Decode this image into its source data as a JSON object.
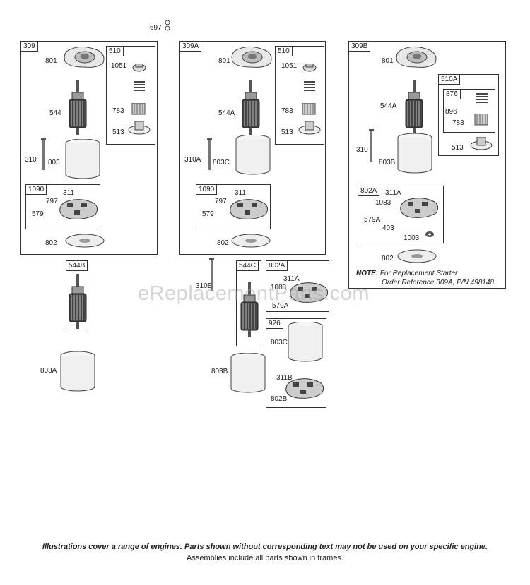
{
  "top_part": "697",
  "watermark": "eReplacementParts.com",
  "assemblies": {
    "a309": {
      "tag": "309",
      "parts": {
        "p801": "801",
        "p544": "544",
        "p310": "310",
        "p803": "803",
        "p802": "802"
      },
      "sub510": {
        "tag": "510",
        "p1051": "1051",
        "p783": "783",
        "p513": "513"
      },
      "sub1090": {
        "tag": "1090",
        "p311": "311",
        "p797": "797",
        "p579": "579"
      }
    },
    "a544B": {
      "tag": "544B",
      "p803A": "803A"
    },
    "a309A": {
      "tag": "309A",
      "parts": {
        "p801": "801",
        "p544A": "544A",
        "p310A": "310A",
        "p803C": "803C",
        "p802": "802"
      },
      "sub510": {
        "tag": "510",
        "p1051": "1051",
        "p783": "783",
        "p513": "513"
      },
      "sub1090": {
        "tag": "1090",
        "p311": "311",
        "p797": "797",
        "p579": "579"
      }
    },
    "a544C": {
      "tag": "544C",
      "p310B": "310B",
      "p803B": "803B"
    },
    "a802A_mid": {
      "tag": "802A",
      "p311A": "311A",
      "p1083": "1083",
      "p579A": "579A"
    },
    "a926": {
      "tag": "926",
      "p803C": "803C",
      "p311B": "311B",
      "p802B": "802B"
    },
    "a309B": {
      "tag": "309B",
      "parts": {
        "p801": "801",
        "p544A": "544A",
        "p310": "310",
        "p803B": "803B",
        "p802": "802"
      },
      "sub510A": {
        "tag": "510A",
        "tag876": "876",
        "p896": "896",
        "p783": "783",
        "p513": "513"
      },
      "sub802A": {
        "tag": "802A",
        "p311A": "311A",
        "p1083": "1083",
        "p579A": "579A",
        "p403": "403",
        "p1003": "1003"
      },
      "note_bold": "NOTE:",
      "note_line1": "For Replacement Starter",
      "note_line2": "Order Reference 309A, P/N 498148"
    }
  },
  "footer": {
    "line1": "Illustrations cover a range of engines. Parts shown without corresponding text may not be used on your specific engine.",
    "line2": "Assemblies include all parts shown in frames."
  }
}
